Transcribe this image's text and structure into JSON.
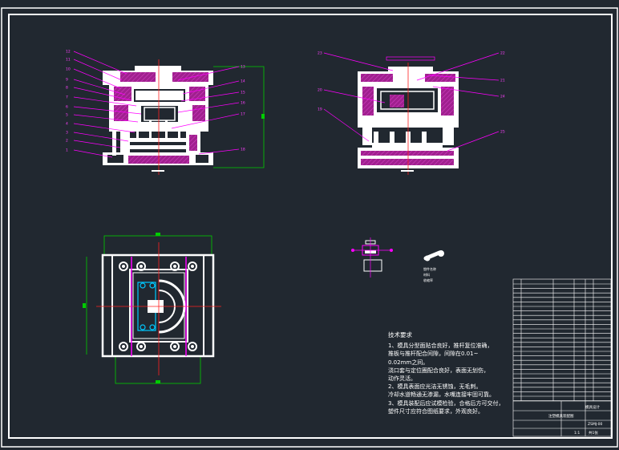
{
  "colors": {
    "background": "#212830",
    "line": "#ffffff",
    "hatch": "#a0208f",
    "leader": "#ff00ff",
    "dimension": "#00cc00",
    "centerline": "#ff2020",
    "symbol": "#00c8ff"
  },
  "front_view": {
    "left_labels": [
      "12",
      "11",
      "10",
      "9",
      "8",
      "7",
      "6",
      "5",
      "4",
      "3",
      "2",
      "1"
    ],
    "right_labels": [
      "13",
      "14",
      "15",
      "16",
      "17",
      "18"
    ]
  },
  "side_view": {
    "left_labels": [
      "23",
      "20",
      "19"
    ],
    "right_labels": [
      "22",
      "21",
      "24",
      "25"
    ]
  },
  "part_label": {
    "lines": [
      "塑件名称",
      "材料",
      "收缩率"
    ]
  },
  "notes": {
    "heading": "技术要求",
    "lines": [
      "1、模具分型面贴合良好，推杆复位准确，",
      "  推板与推杆配合间隙，间隙在0.01~",
      "  0.02mm之间。",
      "  浇口套与定位圈配合良好，表面无划伤，",
      "  动作灵活。",
      "2、模具表面应光洁无锈蚀，无毛刺。",
      "  冷却水道畅通无渗漏，水嘴连接牢固可靠。",
      "3、模具装配后应试模检验，合格后方可交付，",
      "  塑件尺寸应符合图纸要求，外观良好。"
    ]
  },
  "title_block": {
    "drawing_title": "注塑模具装配图",
    "company": "模具设计",
    "drawing_no": "ZSMJ-00",
    "scale": "1:1",
    "sheet": "共1张"
  }
}
